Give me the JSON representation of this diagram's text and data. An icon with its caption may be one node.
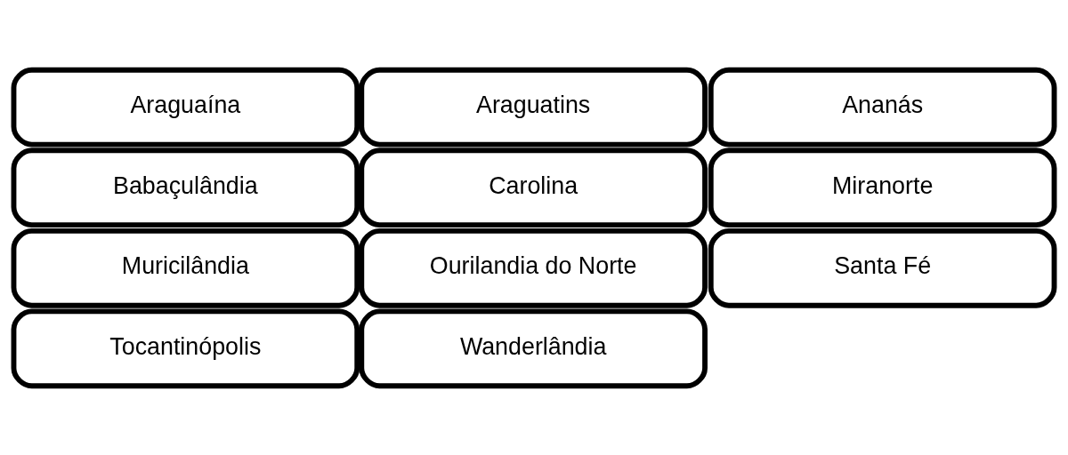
{
  "diagram": {
    "nodes": [
      {
        "text": [
          "Araguaína"
        ]
      },
      {
        "text": [
          "Araguatins"
        ]
      },
      {
        "text": [
          "Ananás"
        ]
      },
      {
        "text": [
          "Babaçulândia"
        ]
      },
      {
        "text": [
          "Carolina"
        ]
      },
      {
        "text": [
          "Miranorte"
        ]
      },
      {
        "text": [
          "Muricilândia"
        ]
      },
      {
        "text": [
          "Ourilandia do Norte"
        ]
      },
      {
        "text": [
          "Santa Fé"
        ]
      },
      {
        "text": [
          "Tocantinópolis"
        ]
      },
      {
        "text": [
          "Wanderlândia"
        ]
      }
    ]
  }
}
